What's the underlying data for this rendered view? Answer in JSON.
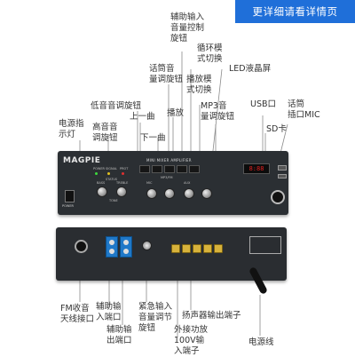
{
  "banner": {
    "label": "更详细请看详情页"
  },
  "front_panel": {
    "brand": "MAGPIE",
    "model": "MINI MIXER AMPLIFIER",
    "labels": [
      "POWER",
      "SIGNAL",
      "PROT",
      "STATUS",
      "BASS",
      "TREBLE",
      "TONE",
      "MP3/FM",
      "MIC",
      "AUX"
    ],
    "power_label": "POWER"
  },
  "callouts": {
    "aux_volume": [
      "辅助输入",
      "音量控制",
      "旋钮"
    ],
    "loop": [
      "循环模",
      "式切换"
    ],
    "led": "LED液晶屏",
    "mic_volume": [
      "话筒音",
      "量调旋钮"
    ],
    "play_mode": [
      "播放模",
      "式切换"
    ],
    "mp3_volume": [
      "MP3音",
      "量调旋钮"
    ],
    "bass": "低音音调旋钮",
    "play": "播放",
    "prev": "上一曲",
    "usb": "USB口",
    "mic_in": [
      "话筒",
      "插口MIC"
    ],
    "power_led": [
      "电源指",
      "示灯"
    ],
    "treble": [
      "高音音",
      "调旋钮"
    ],
    "next": "下一曲",
    "sd": "SD卡",
    "fm_antenna": [
      "FM收音",
      "天线接口"
    ],
    "aux_in": [
      "辅助输",
      "入端口"
    ],
    "aux_out": [
      "辅助输",
      "出端口"
    ],
    "emergency_volume": [
      "紧急输入",
      "音量调节",
      "旋钮"
    ],
    "speaker_out": "扬声器输出端子",
    "ext_100v": [
      "外接功放",
      "100V输",
      "入端子"
    ],
    "power_cord": "电源线"
  },
  "lcd_text": "8:88"
}
